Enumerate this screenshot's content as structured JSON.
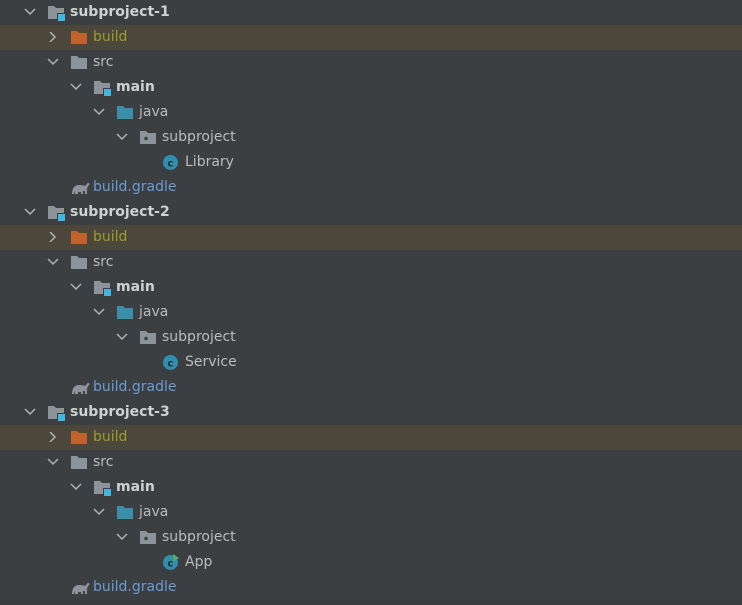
{
  "colors": {
    "background": "#3c3f41",
    "excluded_row": "#4b473b",
    "excluded_text": "#9e9e2a",
    "gradle_text": "#6a9bd4",
    "folder_gray": "#8c9399",
    "folder_orange": "#c1622b",
    "source_folder_blue": "#3b8fa8",
    "module_badge": "#40b6e0",
    "class_icon": "#2f8fac"
  },
  "tree": [
    {
      "level": 0,
      "expanded": true,
      "icon": "module-folder-icon",
      "label": "subproject-1",
      "style": "bold"
    },
    {
      "level": 1,
      "expanded": false,
      "icon": "excluded-folder-icon",
      "label": "build",
      "style": "olive",
      "excluded": true
    },
    {
      "level": 1,
      "expanded": true,
      "icon": "folder-icon",
      "label": "src",
      "style": ""
    },
    {
      "level": 2,
      "expanded": true,
      "icon": "module-folder-icon",
      "label": "main",
      "style": "bold"
    },
    {
      "level": 3,
      "expanded": true,
      "icon": "source-folder-icon",
      "label": "java",
      "style": ""
    },
    {
      "level": 4,
      "expanded": true,
      "icon": "package-icon",
      "label": "subproject",
      "style": ""
    },
    {
      "level": 5,
      "expanded": null,
      "icon": "class-icon",
      "label": "Library",
      "style": ""
    },
    {
      "level": 1,
      "expanded": null,
      "icon": "gradle-icon",
      "label": "build.gradle",
      "style": "blue"
    },
    {
      "level": 0,
      "expanded": true,
      "icon": "module-folder-icon",
      "label": "subproject-2",
      "style": "bold"
    },
    {
      "level": 1,
      "expanded": false,
      "icon": "excluded-folder-icon",
      "label": "build",
      "style": "olive",
      "excluded": true
    },
    {
      "level": 1,
      "expanded": true,
      "icon": "folder-icon",
      "label": "src",
      "style": ""
    },
    {
      "level": 2,
      "expanded": true,
      "icon": "module-folder-icon",
      "label": "main",
      "style": "bold"
    },
    {
      "level": 3,
      "expanded": true,
      "icon": "source-folder-icon",
      "label": "java",
      "style": ""
    },
    {
      "level": 4,
      "expanded": true,
      "icon": "package-icon",
      "label": "subproject",
      "style": ""
    },
    {
      "level": 5,
      "expanded": null,
      "icon": "class-icon",
      "label": "Service",
      "style": ""
    },
    {
      "level": 1,
      "expanded": null,
      "icon": "gradle-icon",
      "label": "build.gradle",
      "style": "blue"
    },
    {
      "level": 0,
      "expanded": true,
      "icon": "module-folder-icon",
      "label": "subproject-3",
      "style": "bold"
    },
    {
      "level": 1,
      "expanded": false,
      "icon": "excluded-folder-icon",
      "label": "build",
      "style": "olive",
      "excluded": true
    },
    {
      "level": 1,
      "expanded": true,
      "icon": "folder-icon",
      "label": "src",
      "style": ""
    },
    {
      "level": 2,
      "expanded": true,
      "icon": "module-folder-icon",
      "label": "main",
      "style": "bold"
    },
    {
      "level": 3,
      "expanded": true,
      "icon": "source-folder-icon",
      "label": "java",
      "style": ""
    },
    {
      "level": 4,
      "expanded": true,
      "icon": "package-icon",
      "label": "subproject",
      "style": ""
    },
    {
      "level": 5,
      "expanded": null,
      "icon": "runnable-class-icon",
      "label": "App",
      "style": ""
    },
    {
      "level": 1,
      "expanded": null,
      "icon": "gradle-icon",
      "label": "build.gradle",
      "style": "blue"
    }
  ]
}
